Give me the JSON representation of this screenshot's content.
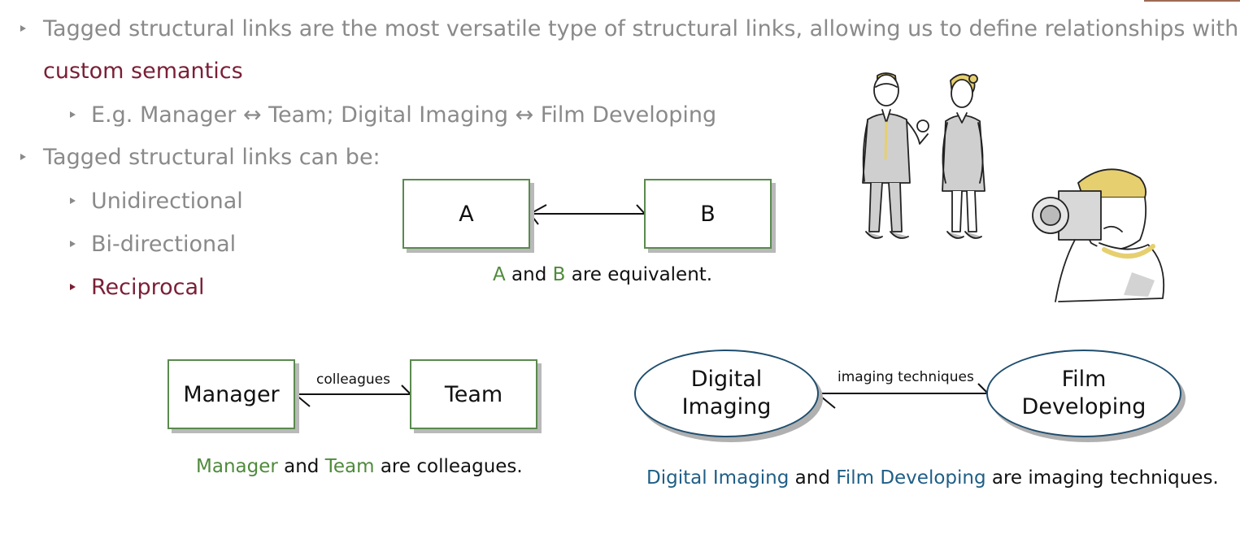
{
  "bullets": {
    "b1_main": "Tagged structural links are the most versatile type of structural links, allowing us to define relationships with",
    "b1_accent": "custom semantics",
    "b1_sub": "E.g. Manager ↔ Team; Digital Imaging ↔ Film Developing",
    "b2_main": "Tagged structural links can be:",
    "b2_sub1": "Unidirectional",
    "b2_sub2": "Bi-directional",
    "b2_sub3": "Reciprocal"
  },
  "diagram_ab": {
    "a": "A",
    "b": "B",
    "caption_a": "A",
    "caption_and": " and ",
    "caption_b": "B",
    "caption_rest": " are equivalent."
  },
  "diagram_team": {
    "left": "Manager",
    "right": "Team",
    "link_label": "colleagues",
    "caption_left": "Manager",
    "caption_and": " and ",
    "caption_right": "Team",
    "caption_rest": " are colleagues."
  },
  "diagram_imaging": {
    "left_line1": "Digital",
    "left_line2": "Imaging",
    "right_line1": "Film",
    "right_line2": "Developing",
    "link_label": "imaging techniques",
    "caption_left": "Digital Imaging",
    "caption_and": " and ",
    "caption_right": "Film Developing",
    "caption_rest": " are imaging techniques."
  },
  "colors": {
    "accent": "#7a1f36",
    "bullet_gray": "#8a8a8a",
    "box_green": "#5a8a4e",
    "oval_blue": "#1f4e6e",
    "text_green": "#4f8a3c",
    "text_blue": "#1f5e86"
  }
}
